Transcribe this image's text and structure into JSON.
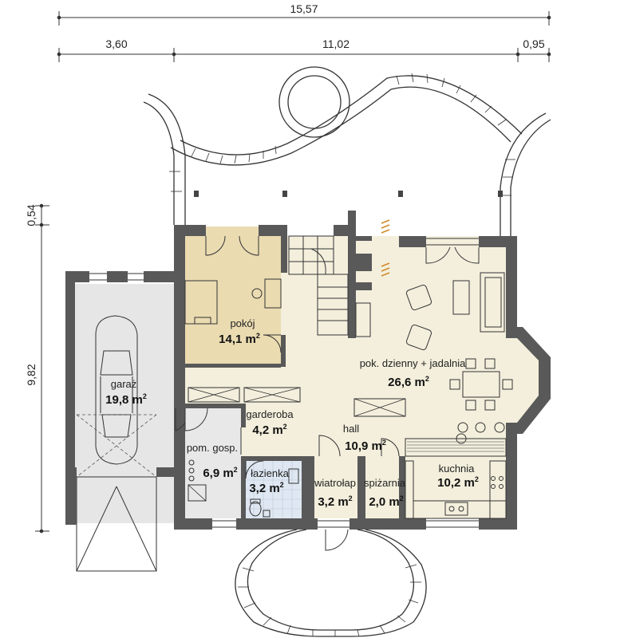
{
  "dimensions": {
    "total_width": "15,57",
    "seg_1": "3,60",
    "seg_2": "11,02",
    "seg_3": "0,95",
    "vertical_small": "0,54",
    "vertical_total": "9,82"
  },
  "rooms": [
    {
      "id": "pokoj",
      "name": "pokój",
      "area": "14,1 m",
      "unit_sup": "2"
    },
    {
      "id": "pok-dzienny",
      "name": "pok. dzienny + jadalnia",
      "area": "26,6 m",
      "unit_sup": "2"
    },
    {
      "id": "garaz",
      "name": "garaż",
      "area": "19,8 m",
      "unit_sup": "2"
    },
    {
      "id": "garderoba",
      "name": "garderoba",
      "area": "4,2 m",
      "unit_sup": "2"
    },
    {
      "id": "hall",
      "name": "hall",
      "area": "10,9 m",
      "unit_sup": "2"
    },
    {
      "id": "pom-gosp",
      "name": "pom. gosp.",
      "area": "6,9 m",
      "unit_sup": "2"
    },
    {
      "id": "lazienka",
      "name": "łazienka",
      "area": "3,2 m",
      "unit_sup": "2"
    },
    {
      "id": "wiatrolap",
      "name": "wiatrołap",
      "area": "3,2 m",
      "unit_sup": "2"
    },
    {
      "id": "spizarnia",
      "name": "spiżarnia",
      "area": "2,0 m",
      "unit_sup": "2"
    },
    {
      "id": "kuchnia",
      "name": "kuchnia",
      "area": "10,2 m",
      "unit_sup": "2"
    }
  ],
  "colors": {
    "wall": "#595959",
    "floor_cream": "#f3efdc",
    "floor_pokoj": "#eadbb1",
    "floor_garage": "#e6e6e6",
    "floor_bath": "#dfe8f2"
  }
}
